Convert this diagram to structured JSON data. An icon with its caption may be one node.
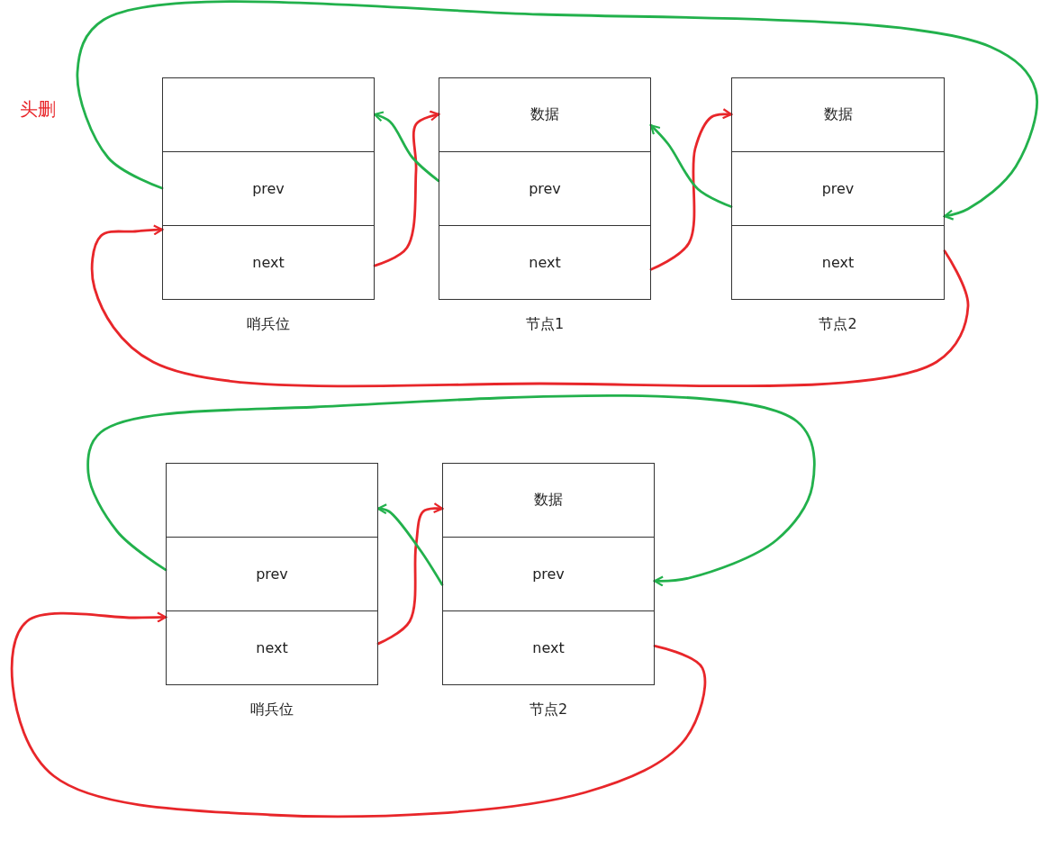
{
  "diagram": {
    "nodes": [
      {
        "text": [
          "哨兵位"
        ]
      },
      {
        "text": [],
        "shape": "box",
        "in": 0
      },
      {
        "text": [
          "prev"
        ],
        "in": 0
      },
      {
        "text": [
          "next"
        ],
        "in": 0
      },
      {
        "text": [
          "节点1"
        ]
      },
      {
        "text": [
          "数据"
        ],
        "in": 4
      },
      {
        "text": [
          "prev"
        ],
        "in": 4
      },
      {
        "text": [
          "next"
        ],
        "in": 4
      },
      {
        "text": [
          "节点2"
        ]
      },
      {
        "text": [
          "数据"
        ],
        "in": 8
      },
      {
        "text": [
          "prev"
        ],
        "in": 8
      },
      {
        "text": [
          "next"
        ],
        "in": 8
      },
      {
        "text": [
          "哨兵位"
        ]
      },
      {
        "text": [],
        "shape": "box",
        "in": 12
      },
      {
        "text": [
          "prev"
        ],
        "in": 12
      },
      {
        "text": [
          "next"
        ],
        "in": 12
      },
      {
        "text": [
          "节点2"
        ]
      },
      {
        "text": [
          "数据"
        ],
        "in": 16
      },
      {
        "text": [
          "prev"
        ],
        "in": 16
      },
      {
        "text": [
          "next"
        ],
        "in": 16
      }
    ],
    "edges": [
      {
        "from": 2,
        "to": 10,
        "arrow": "to",
        "color": "#22b14c"
      },
      {
        "from": 3,
        "to": 5,
        "arrow": "to",
        "color": "#e8262a"
      },
      {
        "from": 6,
        "to": 1,
        "arrow": "to",
        "color": "#22b14c"
      },
      {
        "from": 7,
        "to": 9,
        "arrow": "to",
        "color": "#e8262a"
      },
      {
        "from": 10,
        "to": 5,
        "arrow": "to",
        "color": "#22b14c"
      },
      {
        "from": 11,
        "to": 3,
        "arrow": "to",
        "color": "#e8262a"
      },
      {
        "from": 14,
        "to": 18,
        "arrow": "to",
        "color": "#22b14c"
      },
      {
        "from": 15,
        "to": 17,
        "arrow": "to",
        "color": "#e8262a"
      },
      {
        "from": 18,
        "to": 13,
        "arrow": "to",
        "color": "#22b14c"
      },
      {
        "from": 19,
        "to": 15,
        "arrow": "to",
        "color": "#e8262a"
      }
    ],
    "labels": [
      "头删"
    ]
  }
}
